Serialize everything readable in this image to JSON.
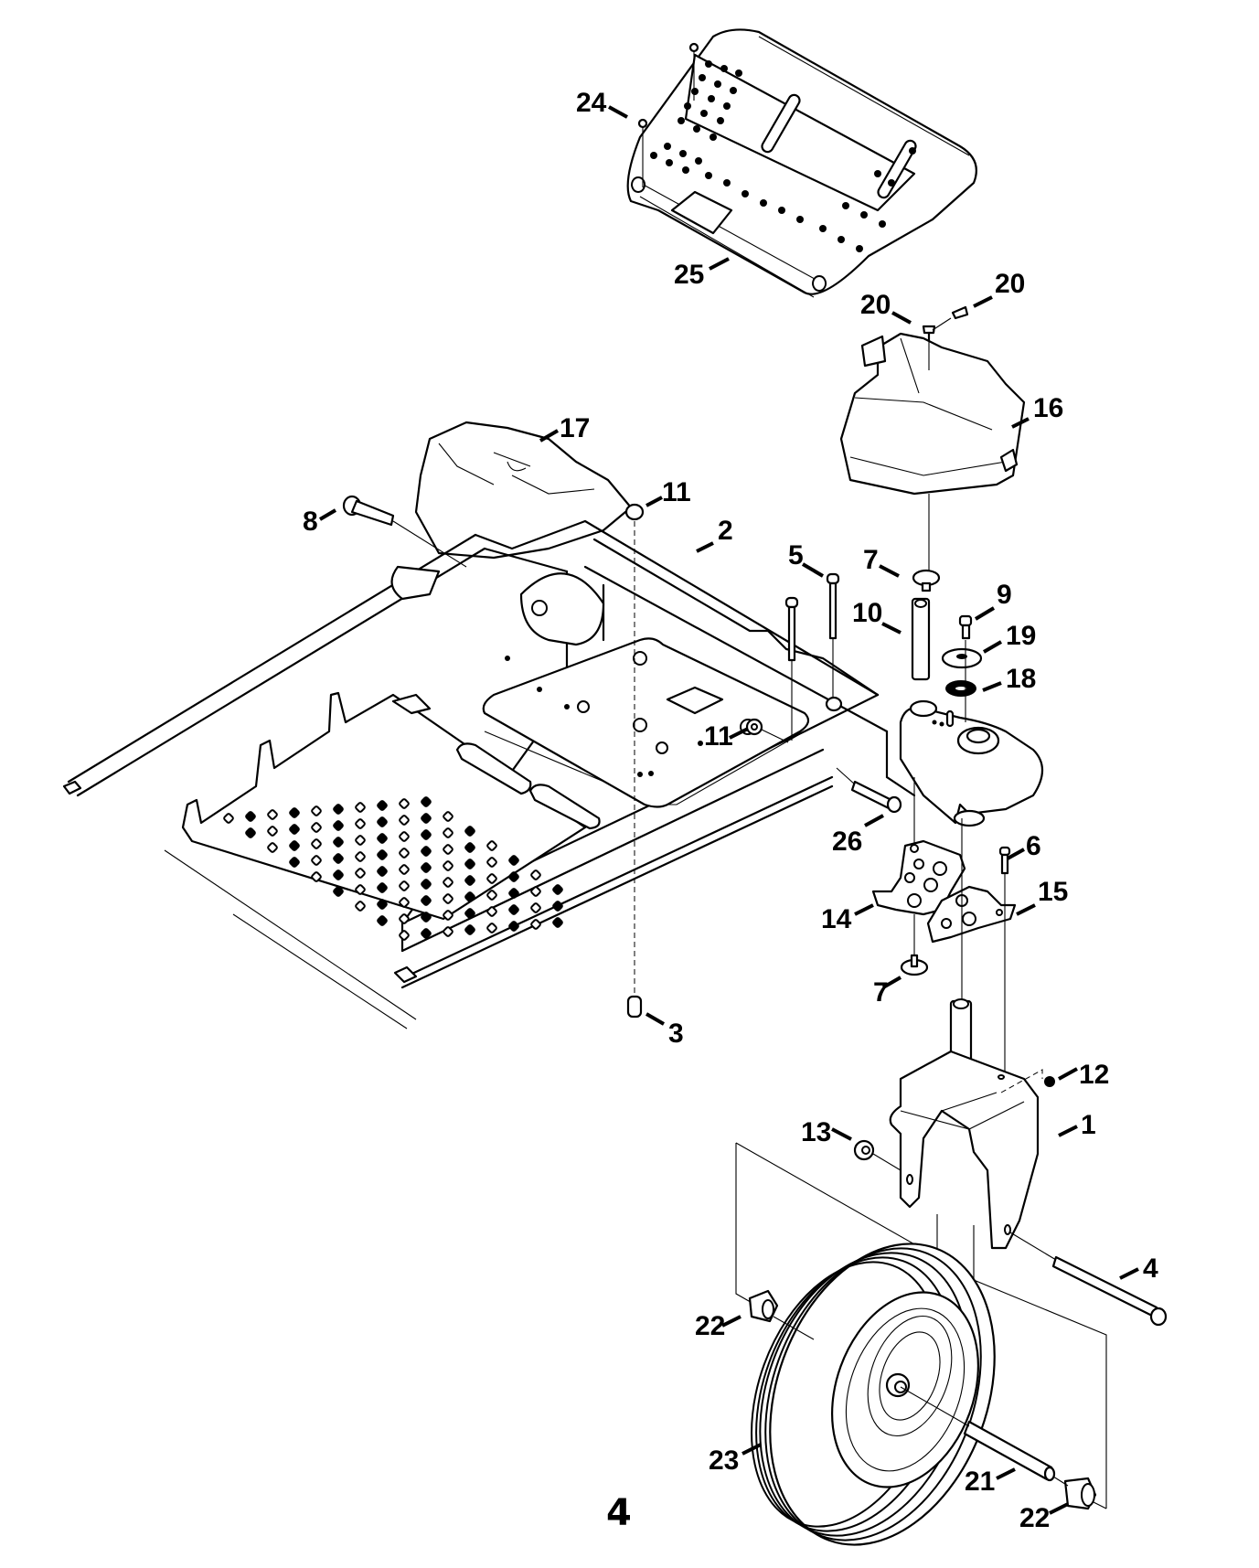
{
  "diagram": {
    "title": "Front caster / frame assembly exploded view",
    "figure_label": "4",
    "callouts": [
      {
        "id": "c1",
        "label": "1",
        "part": "caster-fork"
      },
      {
        "id": "c2",
        "label": "2",
        "part": "frame"
      },
      {
        "id": "c3",
        "label": "3",
        "part": "shoulder-bolt"
      },
      {
        "id": "c4",
        "label": "4",
        "part": "axle-bolt"
      },
      {
        "id": "c5",
        "label": "5",
        "part": "long-bolt"
      },
      {
        "id": "c6",
        "label": "6",
        "part": "cap-screw"
      },
      {
        "id": "c7a",
        "label": "7",
        "part": "flange-washer-upper"
      },
      {
        "id": "c7b",
        "label": "7",
        "part": "flange-washer-lower"
      },
      {
        "id": "c8",
        "label": "8",
        "part": "hex-bolt"
      },
      {
        "id": "c9",
        "label": "9",
        "part": "bolt"
      },
      {
        "id": "c10",
        "label": "10",
        "part": "spacer-tube"
      },
      {
        "id": "c11a",
        "label": "11",
        "part": "lock-nut-upper"
      },
      {
        "id": "c11b",
        "label": "11",
        "part": "lock-nut-lower"
      },
      {
        "id": "c12",
        "label": "12",
        "part": "nut"
      },
      {
        "id": "c13",
        "label": "13",
        "part": "lock-nut"
      },
      {
        "id": "c14",
        "label": "14",
        "part": "gear-plate-left"
      },
      {
        "id": "c15",
        "label": "15",
        "part": "gear-plate-right"
      },
      {
        "id": "c16",
        "label": "16",
        "part": "caster-cover"
      },
      {
        "id": "c17",
        "label": "17",
        "part": "rear-cover"
      },
      {
        "id": "c18",
        "label": "18",
        "part": "seal"
      },
      {
        "id": "c19",
        "label": "19",
        "part": "bearing"
      },
      {
        "id": "c20a",
        "label": "20",
        "part": "screw-left"
      },
      {
        "id": "c20b",
        "label": "20",
        "part": "screw-right"
      },
      {
        "id": "c21",
        "label": "21",
        "part": "wheel-axle"
      },
      {
        "id": "c22a",
        "label": "22",
        "part": "spacer-upper"
      },
      {
        "id": "c22b",
        "label": "22",
        "part": "spacer-lower"
      },
      {
        "id": "c23",
        "label": "23",
        "part": "wheel-tire"
      },
      {
        "id": "c24",
        "label": "24",
        "part": "push-rivet"
      },
      {
        "id": "c25",
        "label": "25",
        "part": "foot-platform"
      },
      {
        "id": "c26",
        "label": "26",
        "part": "side-bolt"
      }
    ]
  }
}
